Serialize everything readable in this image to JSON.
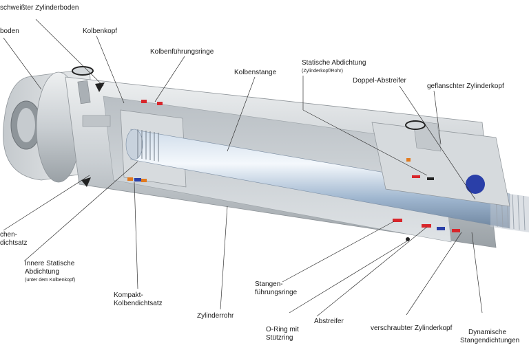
{
  "labels": {
    "geschweisster_zylinderboden": "schweißter Zylinderboden",
    "boden": "boden",
    "kolbenkopf": "Kolbenkopf",
    "kolbenfuehrungsringe": "Kolbenführungsringe",
    "kolbenstange": "Kolbenstange",
    "statische_abdichtung": "Statische Abdichtung",
    "statische_abdichtung_sub": "(Zylinderkopf/Rohr)",
    "doppel_abstreifer": "Doppel-Abstreifer",
    "geflanschter_zylinderkopf": "geflanschter Zylinderkopf",
    "chen_line1": "chen-",
    "chen_line2": "dichtsatz",
    "innere_statische_line1": "Innere Statische",
    "innere_statische_line2": "Abdichtung",
    "innere_statische_sub": "(unter dem Kolbenkopf)",
    "kompakt_line1": "Kompakt-",
    "kompakt_line2": "Kolbendichtsatz",
    "zylinderrohr": "Zylinderrohr",
    "stangen_line1": "Stangen-",
    "stangen_line2": "führungsringe",
    "oring_line1": "O-Ring mit",
    "oring_line2": "Stützring",
    "abstreifer": "Abstreifer",
    "verschraubter_zylinderkopf": "verschraubter Zylinderkopf",
    "dynamische_line1": "Dynamische",
    "dynamische_line2": "Stangendichtungen"
  },
  "colors": {
    "seal_red": "#d8262b",
    "seal_blue": "#2a3fa8",
    "seal_orange": "#e27a1e",
    "steel_light": "#dfe3e6",
    "steel_dark": "#9aa1a6",
    "rod_blue": "#9fb6cf"
  }
}
